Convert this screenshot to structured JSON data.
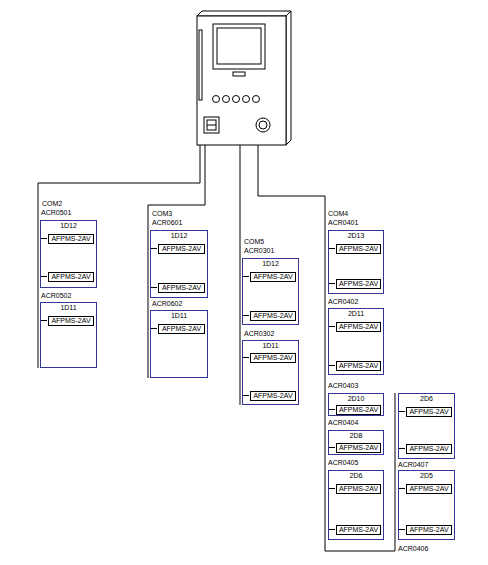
{
  "diagram": {
    "nodes": [
      {
        "text": [
          "1D12"
        ]
      },
      {
        "text": [
          "AFPMS-2AV"
        ],
        "in": 0
      },
      {
        "text": [
          "AFPMS-2AV"
        ],
        "in": 0
      },
      {
        "text": [
          "1D11"
        ]
      },
      {
        "text": [
          "AFPMS-2AV"
        ],
        "in": 3
      },
      {
        "text": [
          "1D12"
        ]
      },
      {
        "text": [
          "AFPMS-2AV"
        ],
        "in": 5
      },
      {
        "text": [
          "AFPMS-2AV"
        ],
        "in": 5
      },
      {
        "text": [
          "1D11"
        ]
      },
      {
        "text": [
          "AFPMS-2AV"
        ],
        "in": 8
      },
      {
        "text": [
          "1D12"
        ]
      },
      {
        "text": [
          "AFPMS-2AV"
        ],
        "in": 10
      },
      {
        "text": [
          "AFPMS-2AV"
        ],
        "in": 10
      },
      {
        "text": [
          "1D11"
        ]
      },
      {
        "text": [
          "AFPMS-2AV"
        ],
        "in": 13
      },
      {
        "text": [
          "AFPMS-2AV"
        ],
        "in": 13
      },
      {
        "text": [
          "2D13"
        ]
      },
      {
        "text": [
          "AFPMS-2AV"
        ],
        "in": 16
      },
      {
        "text": [
          "AFPMS-2AV"
        ],
        "in": 16
      },
      {
        "text": [
          "2D11"
        ]
      },
      {
        "text": [
          "AFPMS-2AV"
        ],
        "in": 19
      },
      {
        "text": [
          "AFPMS-2AV"
        ],
        "in": 19
      },
      {
        "text": [
          "2D10"
        ]
      },
      {
        "text": [
          "AFPMS-2AV"
        ],
        "in": 22
      },
      {
        "text": [
          "2D8"
        ]
      },
      {
        "text": [
          "AFPMS-2AV"
        ],
        "in": 24
      },
      {
        "text": [
          "2D6"
        ]
      },
      {
        "text": [
          "AFPMS-2AV"
        ],
        "in": 26
      },
      {
        "text": [
          "AFPMS-2AV"
        ],
        "in": 26
      },
      {
        "text": [
          "2D6"
        ]
      },
      {
        "text": [
          "AFPMS-2AV"
        ],
        "in": 29
      },
      {
        "text": [
          "AFPMS-2AV"
        ],
        "in": 29
      },
      {
        "text": [
          "2D5"
        ]
      },
      {
        "text": [
          "AFPMS-2AV"
        ],
        "in": 32
      },
      {
        "text": [
          "AFPMS-2AV"
        ],
        "in": 32
      }
    ],
    "labels": [
      "COM2",
      "ACR0501",
      "ACR0502",
      "COM3",
      "ACR0601",
      "ACR0602",
      "COM5",
      "ACR0301",
      "ACR0302",
      "COM4",
      "ACR0401",
      "ACR0402",
      "ACR0403",
      "ACR0404",
      "ACR0405",
      "ACR0407",
      "ACR0406"
    ]
  }
}
